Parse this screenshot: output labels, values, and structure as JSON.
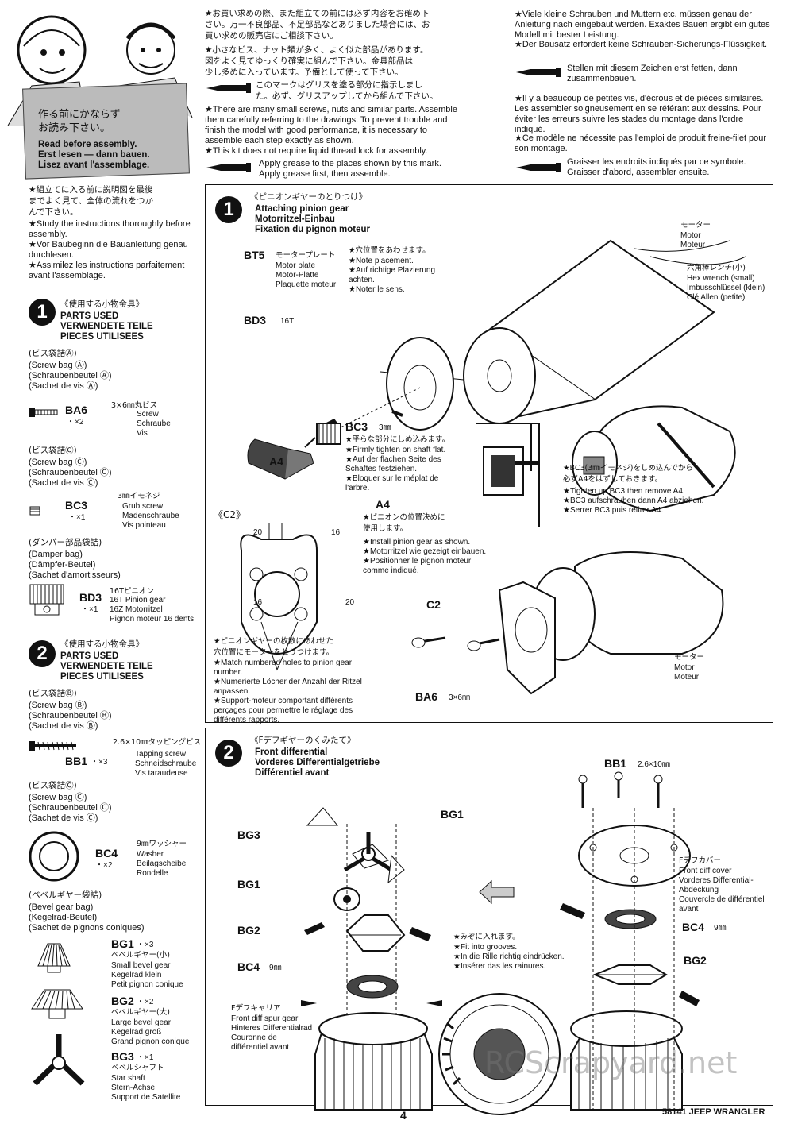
{
  "header": {
    "read_before_jp": "作る前にかならず\nお読み下さい。",
    "read_before": "Read before assembly.\nErst lesen — dann bauen.\nLisez avant l'assemblage."
  },
  "intro": {
    "jp": "★組立てに入る前に説明図を最後\nまでよく見て、全体の流れをつか\nんで下さい。",
    "en": "★Study the instructions thoroughly before assembly.",
    "de": "★Vor Baubeginn die Bauanleitung genau durchlesen.",
    "fr": "★Assimilez les instructions parfaitement avant l'assemblage."
  },
  "notes_mid": {
    "jp1": "★お買い求めの際、また組立ての前には必ず内容をお確め下\nさい。万一不良部品、不足部品などありました場合には、お\n買い求めの販売店にご相談下さい。",
    "jp2": "★小さなビス、ナット類が多く、よく似た部品があります。\n図をよく見てゆっくり確実に組んで下さい。金具部品は\n少し多めに入っています。予備として使って下さい。",
    "jp3": "このマークはグリスを塗る部分に指示しまし\nた。必ず、グリスアップしてから組んで下さい。",
    "en1": "★There are many small screws, nuts and similar parts. Assemble them carefully referring to the drawings. To prevent trouble and finish the model with good performance, it is necessary to assemble each step exactly as shown.",
    "en2": "★This kit does not require liquid thread lock for assembly.",
    "en3": "Apply grease to the places shown by this mark.\nApply grease first, then assemble."
  },
  "notes_right": {
    "de1": "★Viele kleine Schrauben und Muttern etc. müssen genau der Anleitung nach eingebaut werden. Exaktes Bauen ergibt ein gutes Modell mit bester Leistung.",
    "de2": "★Der Bausatz erfordert keine Schrauben-Sicherungs-Flüssigkeit.",
    "de3": "Stellen mit diesem Zeichen erst fetten, dann\nzusammenbauen.",
    "fr1": "★Il y a beaucoup de petites vis, d'écrous et de pièces similaires. Les assembler soigneusement en se référant aux dessins. Pour éviter les erreurs suivre les stades du montage dans l'ordre indiqué.",
    "fr2": "★Ce modèle ne nécessite pas l'emploi de produit freine-filet pour son montage.",
    "fr3": "Graisser les endroits indiqués par ce symbole.\nGraisser d'abord, assembler ensuite."
  },
  "parts1": {
    "num": "1",
    "jp": "《使用する小物金具》",
    "title": "PARTS USED\nVERWENDETE TEILE\nPIECES UTILISEES",
    "bagA_jp": "(ビス袋詰Ⓐ)",
    "bagA": "(Screw bag Ⓐ)\n(Schraubenbeutel Ⓐ)\n(Sachet de vis Ⓐ)",
    "ba6_code": "BA6",
    "ba6_qty": "・×2",
    "ba6_jp": "3×6㎜丸ビス",
    "ba6_desc": "Screw\nSchraube\nVis",
    "bagC_jp": "(ビス袋詰Ⓒ)",
    "bagC": "(Screw bag Ⓒ)\n(Schraubenbeutel Ⓒ)\n(Sachet de vis Ⓒ)",
    "bc3_code": "BC3",
    "bc3_qty": "・×1",
    "bc3_jp": "3㎜イモネジ",
    "bc3_desc": "Grub screw\nMadenschraube\nVis pointeau",
    "damper_jp": "(ダンパー部品袋詰)",
    "damper": "(Damper bag)\n(Dämpfer-Beutel)\n(Sachet d'amortisseurs)",
    "bd3_code": "BD3",
    "bd3_qty": "・×1",
    "bd3_jp": "16Tピニオン",
    "bd3_desc": "16T Pinion gear\n16Z Motorritzel\nPignon moteur 16 dents"
  },
  "parts2": {
    "num": "2",
    "jp": "《使用する小物金具》",
    "title": "PARTS USED\nVERWENDETE TEILE\nPIECES UTILISEES",
    "bagB_jp": "(ビス袋詰Ⓑ)",
    "bagB": "(Screw bag Ⓑ)\n(Schraubenbeutel Ⓑ)\n(Sachet de vis Ⓑ)",
    "bb1_code": "BB1",
    "bb1_qty": "・×3",
    "bb1_jp": "2.6×10㎜タッピングビス",
    "bb1_desc": "Tapping screw\nSchneidschraube\nVis taraudeuse",
    "bagC_jp": "(ビス袋詰Ⓒ)",
    "bagC": "(Screw bag Ⓒ)\n(Schraubenbeutel Ⓒ)\n(Sachet de vis Ⓒ)",
    "bc4_code": "BC4",
    "bc4_qty": "・×2",
    "bc4_jp": "9㎜ワッシャー",
    "bc4_desc": "Washer\nBeilagscheibe\nRondelle",
    "bevel_jp": "(ベベルギヤー袋詰)",
    "bevel": "(Bevel gear bag)\n(Kegelrad-Beutel)\n(Sachet de pignons coniques)",
    "bg1_code": "BG1",
    "bg1_qty": "・×3",
    "bg1_jp": "ベベルギヤー(小)",
    "bg1_desc": "Small bevel gear\nKegelrad klein\nPetit pignon conique",
    "bg2_code": "BG2",
    "bg2_qty": "・×2",
    "bg2_jp": "ベベルギヤー(大)",
    "bg2_desc": "Large bevel gear\nKegelrad groß\nGrand pignon conique",
    "bg3_code": "BG3",
    "bg3_qty": "・×1",
    "bg3_jp": "ベベルシャフト",
    "bg3_desc": "Star shaft\nStern-Achse\nSupport de Satellite"
  },
  "step1": {
    "num": "1",
    "jp": "《ピニオンギヤーのとりつけ》",
    "title": "Attaching pinion gear\nMotorritzel-Einbau\nFixation du pignon moteur",
    "bt5": "BT5",
    "bt5_jp": "モータープレート",
    "bt5_desc": "Motor plate\nMotor-Platte\nPlaquette moteur",
    "note_place_jp": "★穴位置をあわせます。",
    "note_place": "★Note placement.\n★Auf richtige Plazierung\n   achten.\n★Noter le sens.",
    "motor_jp": "モーター",
    "motor": "Motor\nMoteur",
    "hex_jp": "六角棒レンチ(小)",
    "hex": "Hex wrench (small)\nImbusschlüssel (klein)\nClé Allen (petite)",
    "bd3": "BD3",
    "bd3_16t": "16T",
    "bc3": "BC3",
    "bc3_mm": "3㎜",
    "bc3_jp": "★平らな部分にしめ込みます。",
    "bc3_desc": "★Firmly tighten on shaft flat.\n★Auf der flachen Seite des\n   Schaftes festziehen.\n★Bloquer sur le méplat de\n   l'arbre.",
    "a4": "A4",
    "a4b": "A4",
    "bc3_note_jp": "★BC3(3㎜イモネジ)をしめ込んでから\n必ずA4をはずしておきます。",
    "bc3_note": "★Tighten up BC3 then remove A4.\n★BC3 aufschrauben dann A4 abziehen.\n★Serrer BC3 puis retirer A4.",
    "a4_note_jp": "★ピニオンの位置決めに\n使用します。",
    "a4_note": "★Install pinion gear as shown.\n★Motorritzel wie gezeigt einbauen.\n★Positionner le pignon moteur\n   comme indiqué.",
    "c2_label": "《C2》",
    "c2": "C2",
    "hole20a": "20",
    "hole16a": "16",
    "hole16b": "16",
    "hole20b": "20",
    "match_jp": "★ピニオンギヤーの枚数にあわせた\n穴位置にモーターをとりつけます。",
    "match": "★Match numbered holes to pinion gear\n   number.\n★Numerierte Löcher der Anzahl der Ritzel\n   anpassen.\n★Support-moteur comportant différents\n   perçages pour permettre le réglage des\n   différents rapports.",
    "motor2_jp": "モーター",
    "motor2": "Motor\nMoteur",
    "ba6": "BA6",
    "ba6_size": "3×6㎜"
  },
  "step2": {
    "num": "2",
    "jp": "《Fデフギヤーのくみたて》",
    "title": "Front differential\nVorderes Differentialgetriebe\nDifférentiel avant",
    "bg1_a": "BG1",
    "bg3": "BG3",
    "bg1_b": "BG1",
    "bg2_a": "BG2",
    "bc4_a": "BC4",
    "bc4_a_mm": "9㎜",
    "carrier_jp": "Fデフキャリア",
    "carrier": "Front diff spur gear\nHinteres Differentialrad\nCouronne de\ndifférentiel avant",
    "groove_jp": "★みぞに入れます。",
    "groove": "★Fit into grooves.\n★In die Rille richtig eindrücken.\n★Insérer das les rainures.",
    "bb1": "BB1",
    "bb1_size": "2.6×10㎜",
    "cover_jp": "Fデフカバー",
    "cover": "Front diff cover\nVorderes Differential-\nAbdeckung\nCouvercle de différentiel\navant",
    "bc4_b": "BC4",
    "bc4_b_mm": "9㎜",
    "bg2_b": "BG2"
  },
  "footer": {
    "page": "4",
    "model": "58141 JEEP WRANGLER",
    "watermark": "RCScrapyard.net"
  }
}
